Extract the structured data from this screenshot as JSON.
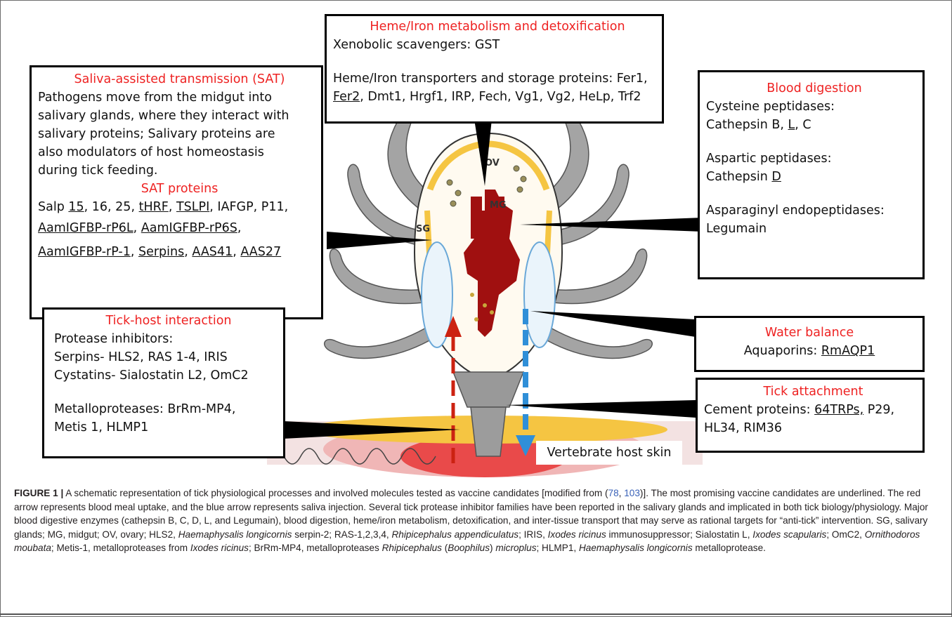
{
  "figure": {
    "boxes": {
      "heme": {
        "title": "Heme/Iron metabolism and detoxification",
        "line1": "Xenobolic scavengers: GST",
        "line2": "Heme/Iron transporters and storage proteins: Fer1,",
        "line3_underlined": "Fer2",
        "line3_rest": ", Dmt1, Hrgf1, IRP, Fech, Vg1, Vg2, HeLp, Trf2"
      },
      "sat": {
        "title": "Saliva-assisted transmission (SAT)",
        "text_lines": [
          "Pathogens move from the midgut into",
          "salivary glands, where they interact with",
          "salivary proteins; Salivary proteins are",
          "also modulators of host homeostasis",
          "during tick feeding."
        ],
        "subtitle": "SAT proteins",
        "p1": "Salp ",
        "u1": "15",
        "p2": ", 16, 25, ",
        "u2": "tHRF",
        "p3": ", ",
        "u3": "TSLPI",
        "p4": ", IAFGP, P11,",
        "u4": "AamIGFBP-rP6L",
        "p5": ", ",
        "u5": "AamIGFBP-rP6S",
        "p6": ",",
        "u6": "AamIGFBP-rP-1",
        "p7": ", ",
        "u7": "Serpins",
        "p8": ", ",
        "u8": "AAS41",
        "p9": ", ",
        "u9": "AAS27"
      },
      "blood": {
        "title": "Blood digestion",
        "cys_label": "Cysteine peptidases:",
        "cys_pre": "Cathepsin B, ",
        "cys_u": "L",
        "cys_post": ", C",
        "asp_label": "Aspartic peptidases:",
        "asp_pre": "Cathepsin ",
        "asp_u": "D",
        "asn_label": "Asparaginyl endopeptidases:",
        "asn_value": "Legumain"
      },
      "host": {
        "title": "Tick-host interaction",
        "l1": "Protease inhibitors:",
        "l2": "Serpins- HLS2, RAS 1-4, IRIS",
        "l3": "Cystatins- Sialostatin L2, OmC2",
        "l4": "Metalloproteases: BrRm-MP4,",
        "l5": "Metis 1, HLMP1"
      },
      "water": {
        "title": "Water balance",
        "pre": "Aquaporins: ",
        "u": "RmAQP1"
      },
      "attach": {
        "title": "Tick attachment",
        "pre": "Cement proteins: ",
        "u": "64TRPs,",
        "post": " P29,",
        "l2": "HL34, RIM36"
      }
    },
    "labels": {
      "ov": "OV",
      "mg": "MG",
      "sg": "SG",
      "skin": "Vertebrate host skin"
    },
    "colors": {
      "title_red": "#ee2222",
      "midgut": "#a01010",
      "ovary": "#f5c542",
      "uptake_arrow": "#cc2211",
      "saliva_arrow": "#2f8fd8",
      "leg": "#9a9a9a"
    }
  },
  "caption": {
    "label": "FIGURE 1 |",
    "text_a": " A schematic representation of tick physiological processes and involved molecules tested as vaccine candidates [modified from (",
    "ref1": "78",
    "text_b": ", ",
    "ref2": "103",
    "text_c": ")]. The most promising vaccine candidates are underlined. The red arrow represents blood meal uptake, and the blue arrow represents saliva injection. Several tick protease inhibitor families have been reported in the salivary glands and implicated in both tick biology/physiology. Major blood digestive enzymes (cathepsin B, C, D, L, and Legumain), blood digestion, heme/iron metabolism, detoxification, and inter-tissue transport that may serve as rational targets for “anti-tick” intervention. SG, salivary glands; MG, midgut; OV, ovary; HLS2, ",
    "i1": "Haemaphysalis longicornis",
    "text_d": " serpin-2; RAS-1,2,3,4, ",
    "i2": "Rhipicephalus appendiculatus",
    "text_e": "; IRIS, ",
    "i3": "Ixodes ricinus",
    "text_f": " immunosuppressor; Sialostatin L, ",
    "i4": "Ixodes scapularis",
    "text_g": "; OmC2, ",
    "i5": "Ornithodoros moubata",
    "text_h": "; Metis-1, metalloproteases from ",
    "i6": "Ixodes ricinus",
    "text_i": "; BrRm-MP4, metalloproteases ",
    "i7": "Rhipicephalus",
    "text_j": " (",
    "i8": "Boophilus",
    "text_k": ") ",
    "i9": "microplus",
    "text_l": "; HLMP1, ",
    "i10": "Haemaphysalis longicornis",
    "text_m": " metalloprotease."
  }
}
